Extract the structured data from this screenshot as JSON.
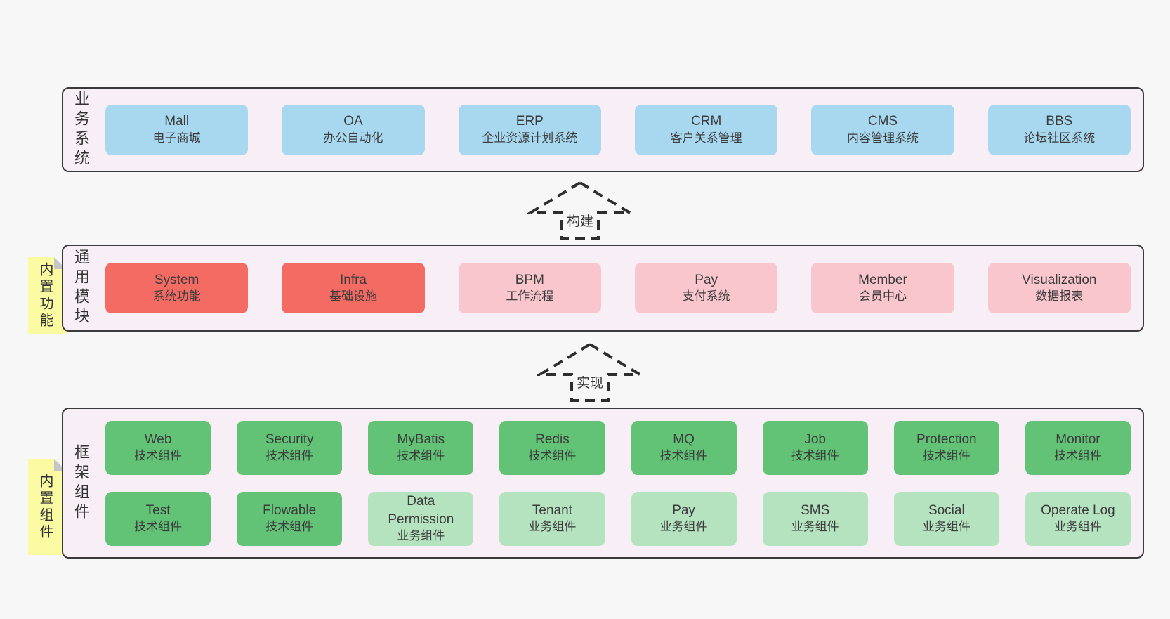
{
  "colors": {
    "page_bg": "#f7f7f7",
    "panel_bg": "#f8eef6",
    "panel_border": "#3a3a3a",
    "blue": "#a8d8f0",
    "red": "#f46b64",
    "pink": "#fac6ce",
    "green": "#62c377",
    "light_green": "#b5e3c0",
    "note_yellow": "#fafaa2",
    "note_fold": "#c6c6c6",
    "text": "#3b3b3b"
  },
  "arrows": [
    {
      "label": "构建"
    },
    {
      "label": "实现"
    }
  ],
  "sections": [
    {
      "label": "业务系统",
      "boxes": [
        {
          "name": "Mall",
          "desc": "电子商城",
          "tone": "blue"
        },
        {
          "name": "OA",
          "desc": "办公自动化",
          "tone": "blue"
        },
        {
          "name": "ERP",
          "desc": "企业资源计划系统",
          "tone": "blue"
        },
        {
          "name": "CRM",
          "desc": "客户关系管理",
          "tone": "blue"
        },
        {
          "name": "CMS",
          "desc": "内容管理系统",
          "tone": "blue"
        },
        {
          "name": "BBS",
          "desc": "论坛社区系统",
          "tone": "blue"
        }
      ]
    },
    {
      "label": "通用模块",
      "note": "内置功能",
      "boxes": [
        {
          "name": "System",
          "desc": "系统功能",
          "tone": "red"
        },
        {
          "name": "Infra",
          "desc": "基础设施",
          "tone": "red"
        },
        {
          "name": "BPM",
          "desc": "工作流程",
          "tone": "pink"
        },
        {
          "name": "Pay",
          "desc": "支付系统",
          "tone": "pink"
        },
        {
          "name": "Member",
          "desc": "会员中心",
          "tone": "pink"
        },
        {
          "name": "Visualization",
          "desc": "数据报表",
          "tone": "pink"
        }
      ]
    },
    {
      "label": "框架组件",
      "note": "内置组件",
      "rows": [
        [
          {
            "name": "Web",
            "desc": "技术组件",
            "tone": "green"
          },
          {
            "name": "Security",
            "desc": "技术组件",
            "tone": "green"
          },
          {
            "name": "MyBatis",
            "desc": "技术组件",
            "tone": "green"
          },
          {
            "name": "Redis",
            "desc": "技术组件",
            "tone": "green"
          },
          {
            "name": "MQ",
            "desc": "技术组件",
            "tone": "green"
          },
          {
            "name": "Job",
            "desc": "技术组件",
            "tone": "green"
          },
          {
            "name": "Protection",
            "desc": "技术组件",
            "tone": "green"
          },
          {
            "name": "Monitor",
            "desc": "技术组件",
            "tone": "green"
          }
        ],
        [
          {
            "name": "Test",
            "desc": "技术组件",
            "tone": "green"
          },
          {
            "name": "Flowable",
            "desc": "技术组件",
            "tone": "green"
          },
          {
            "name": "Data Permission",
            "desc": "业务组件",
            "tone": "light_green"
          },
          {
            "name": "Tenant",
            "desc": "业务组件",
            "tone": "light_green"
          },
          {
            "name": "Pay",
            "desc": "业务组件",
            "tone": "light_green"
          },
          {
            "name": "SMS",
            "desc": "业务组件",
            "tone": "light_green"
          },
          {
            "name": "Social",
            "desc": "业务组件",
            "tone": "light_green"
          },
          {
            "name": "Operate Log",
            "desc": "业务组件",
            "tone": "light_green"
          }
        ]
      ]
    }
  ]
}
